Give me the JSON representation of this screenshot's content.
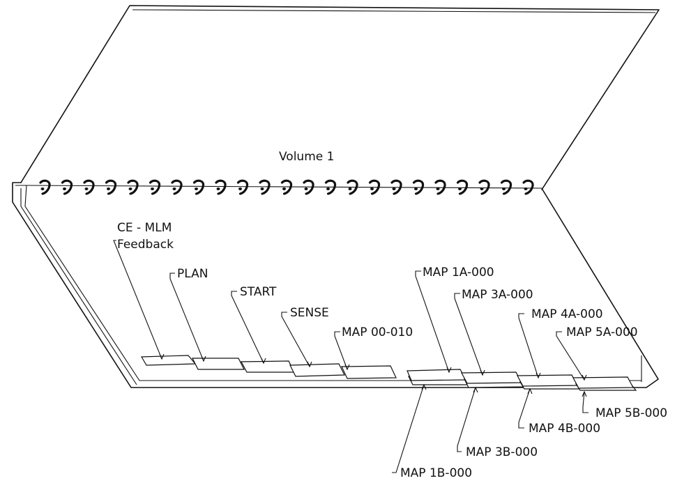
{
  "volume_label": "Volume 1",
  "tabs": {
    "ce_mlm": [
      "CE - MLM",
      "Feedback"
    ],
    "plan": "PLAN",
    "start": "START",
    "sense": "SENSE",
    "map_00_010": "MAP 00-010",
    "map_1a": "MAP 1A-000",
    "map_3a": "MAP 3A-000",
    "map_4a": "MAP 4A-000",
    "map_5a": "MAP 5A-000",
    "map_1b": "MAP 1B-000",
    "map_3b": "MAP 3B-000",
    "map_4b": "MAP 4B-000",
    "map_5b": "MAP 5B-000"
  }
}
